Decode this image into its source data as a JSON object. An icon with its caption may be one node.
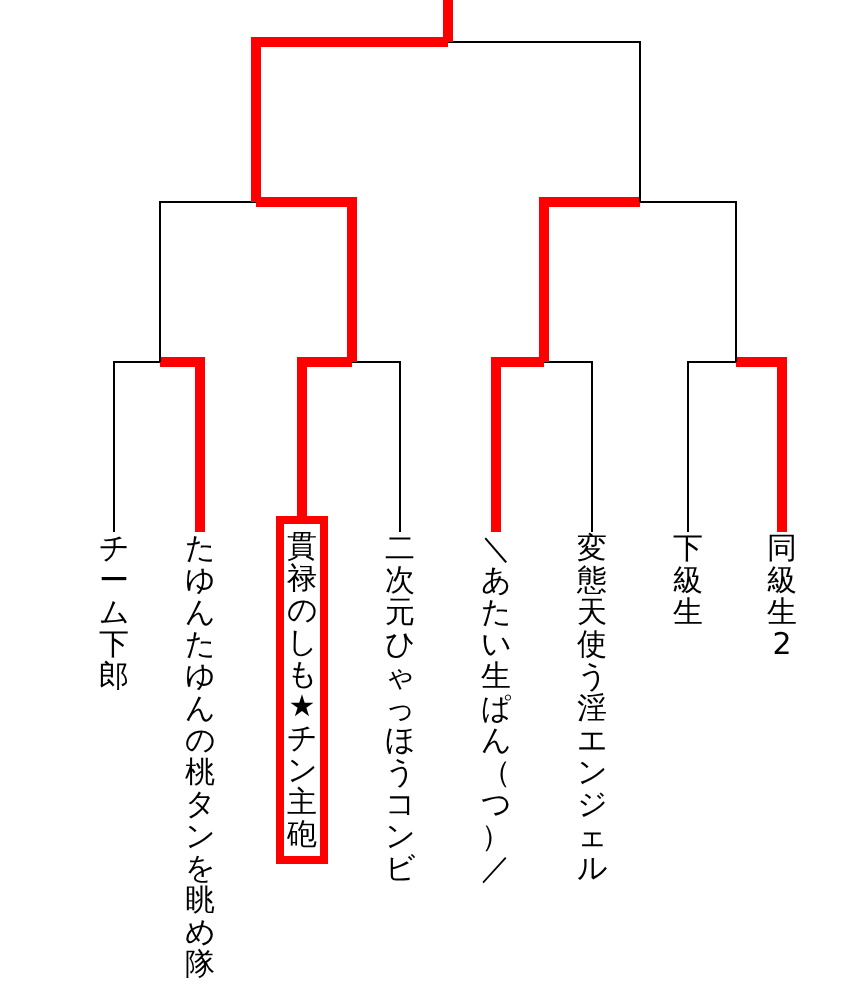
{
  "diagram": {
    "nodes": [
      {
        "text": [
          "チーム下郎"
        ]
      },
      {
        "text": [
          "たゆんたゆんの桃タンを眺め隊"
        ]
      },
      {
        "text": [
          "貫禄のしも★チン主砲"
        ]
      },
      {
        "text": [
          "二次元ひゃっほうコンビ"
        ]
      },
      {
        "text": [
          "＼あたい生ぱん（つ）／"
        ]
      },
      {
        "text": [
          "変態天使う淫エンジェル"
        ]
      },
      {
        "text": [
          "下級生"
        ]
      },
      {
        "text": [
          "同級生2"
        ]
      }
    ],
    "edges": [
      {
        "from": 0,
        "to": null,
        "arrow": "none",
        "color": "#000000"
      },
      {
        "from": 1,
        "to": null,
        "arrow": "none",
        "style": "thick",
        "color": "#ff0000"
      },
      {
        "from": 2,
        "to": null,
        "arrow": "none",
        "style": "thick",
        "color": "#ff0000"
      },
      {
        "from": 3,
        "to": null,
        "arrow": "none",
        "color": "#000000"
      },
      {
        "from": 4,
        "to": null,
        "arrow": "none",
        "style": "thick",
        "color": "#ff0000"
      },
      {
        "from": 5,
        "to": null,
        "arrow": "none",
        "color": "#000000"
      },
      {
        "from": 6,
        "to": null,
        "arrow": "none",
        "color": "#000000"
      },
      {
        "from": 7,
        "to": null,
        "arrow": "none",
        "style": "thick",
        "color": "#ff0000"
      }
    ]
  }
}
